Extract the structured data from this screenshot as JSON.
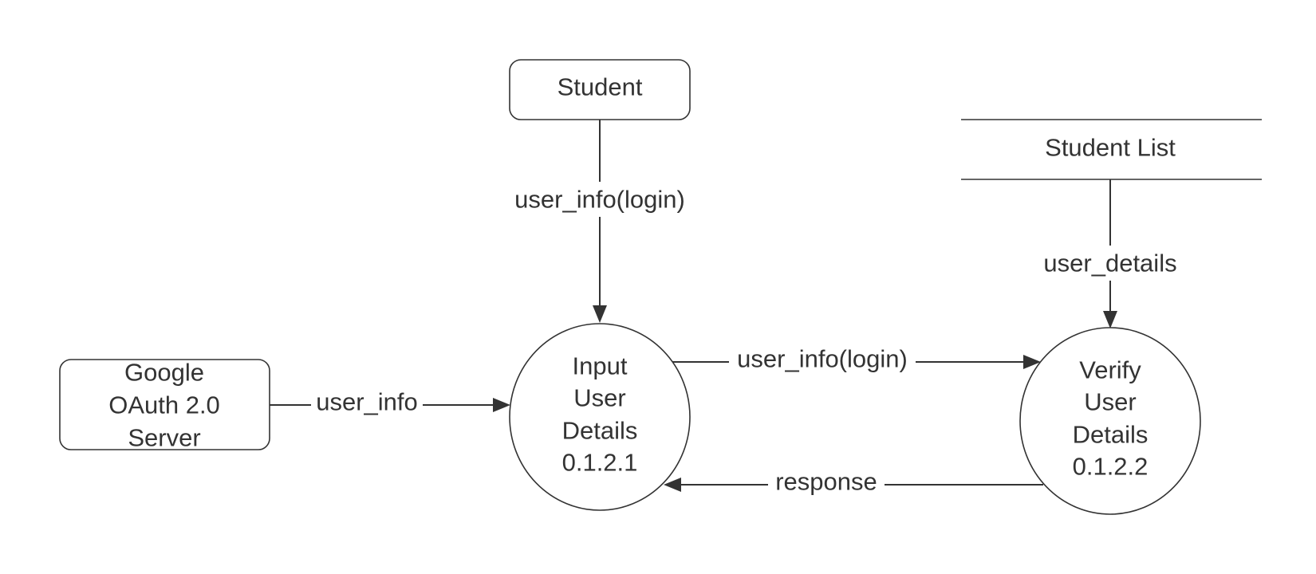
{
  "nodes": {
    "student": {
      "label": "Student"
    },
    "student_list": {
      "label": "Student List"
    },
    "google_oauth": {
      "lines": [
        "Google",
        "OAuth 2.0",
        "Server"
      ]
    },
    "input_process": {
      "lines": [
        "Input",
        "User",
        "Details",
        "0.1.2.1"
      ]
    },
    "verify_process": {
      "lines": [
        "Verify",
        "User",
        "Details",
        "0.1.2.2"
      ]
    }
  },
  "flows": {
    "student_to_input": "user_info(login)",
    "list_to_verify": "user_details",
    "oauth_to_input": "user_info",
    "input_to_verify": "user_info(login)",
    "verify_to_input": "response"
  },
  "colors": {
    "stroke": "#333333",
    "background": "#ffffff"
  }
}
